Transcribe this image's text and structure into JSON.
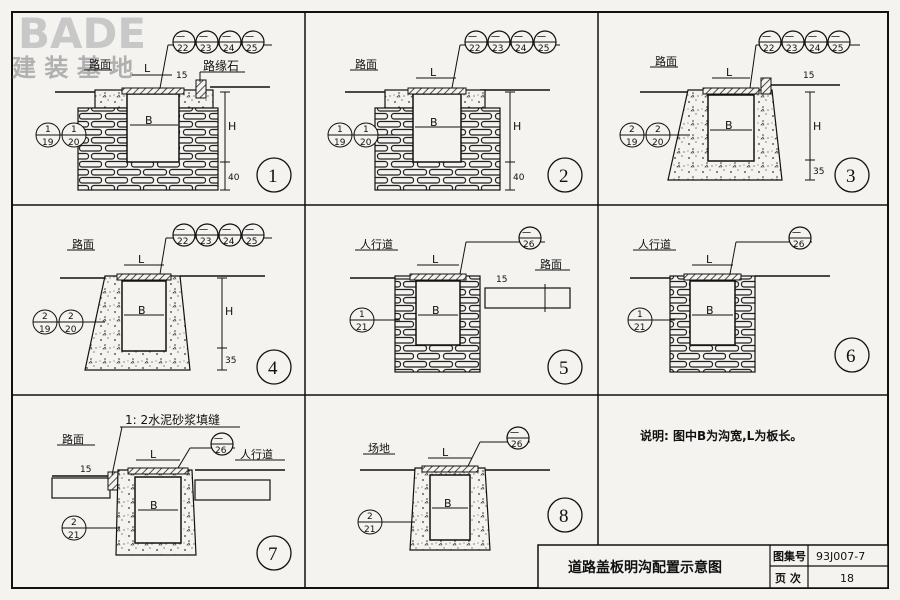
{
  "logo": {
    "en": "BADE",
    "cn": "建 装 基 地"
  },
  "common": {
    "L": "L",
    "B": "B",
    "H": "H",
    "d15": "15",
    "d40": "40",
    "d35": "35"
  },
  "labels": {
    "road": "路面",
    "curb": "路缘石",
    "sidewalk": "人行道",
    "site": "场地",
    "mortar": "1: 2水泥砂浆填缝"
  },
  "refs": {
    "r22": "22",
    "r23": "23",
    "r24": "24",
    "r25": "25",
    "r26": "26",
    "one": "1",
    "two": "2",
    "n19": "19",
    "n20": "20",
    "n21": "21",
    "dash": "一"
  },
  "panels": [
    "1",
    "2",
    "3",
    "4",
    "5",
    "6",
    "7",
    "8"
  ],
  "note": "说明: 图中B为沟宽,L为板长。",
  "titleblock": {
    "title": "道路盖板明沟配置示意图",
    "atlas_label": "图集号",
    "atlas_value": "93J007-7",
    "page_label": "页   次",
    "page_value": "18"
  }
}
